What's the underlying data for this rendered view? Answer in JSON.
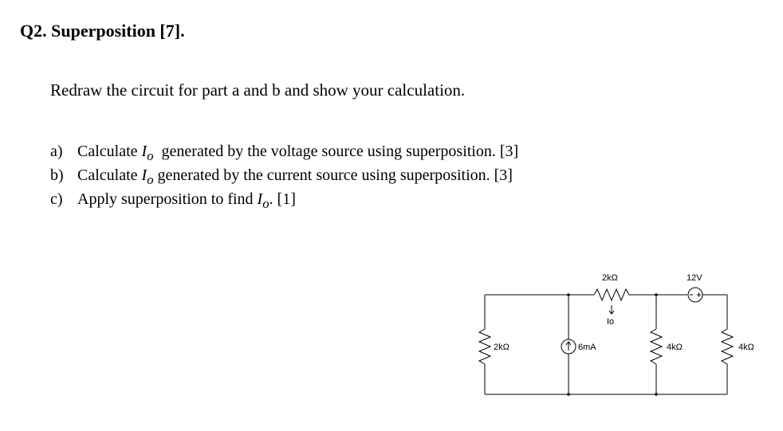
{
  "question": {
    "title": "Q2. Superposition [7].",
    "instruction": "Redraw the circuit for part a and b and show your calculation.",
    "parts": [
      {
        "letter": "a)",
        "pre": "Calculate ",
        "var": "I",
        "sub": "o",
        "post": "  generated by the voltage source using superposition. [3]"
      },
      {
        "letter": "b)",
        "pre": "Calculate ",
        "var": "I",
        "sub": "o",
        "post": " generated by the current source using superposition. [3]"
      },
      {
        "letter": "c)",
        "pre": "Apply superposition to find ",
        "var": "I",
        "sub": "o",
        "post": ". [1]"
      }
    ]
  },
  "circuit": {
    "series_resistor_label": "2kΩ",
    "voltage_source_label": "12V",
    "current_label": "Io",
    "left_resistor_label": "2kΩ",
    "current_source_label": "6mA",
    "middle_resistor_label": "4kΩ",
    "right_resistor_label": "4kΩ"
  }
}
